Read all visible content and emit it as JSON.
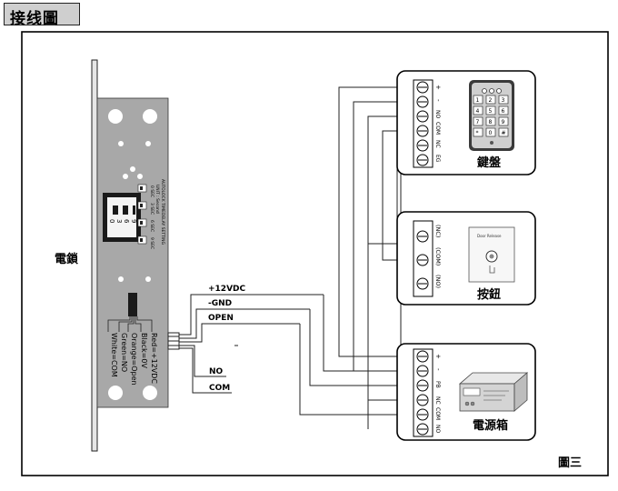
{
  "title": "接线圖",
  "lock": {
    "label": "電鎖",
    "wire_labels": [
      "Red=+12VDC",
      "Black=0V",
      "Orange=Open",
      "Green=NO",
      "White=COM"
    ],
    "dip_numbers": [
      "0",
      "3",
      "6",
      "9"
    ],
    "dip_caption": "AUTOLOCK TIMEDELAY SETTING",
    "dip_subcaption": "UNIT : Second",
    "dip_row_labels": [
      "0  SEC",
      "3  SEC",
      "6  SEC",
      "9  SEC"
    ]
  },
  "cable_labels": {
    "v12": "+12VDC",
    "gnd": "-GND",
    "open": "OPEN",
    "no": "NO",
    "com": "COM"
  },
  "keypad": {
    "label": "鍵盤",
    "terminals": [
      "+",
      "-",
      "NO",
      "COM",
      "NC",
      "EG"
    ],
    "keys": [
      "1",
      "2",
      "3",
      "4",
      "5",
      "6",
      "7",
      "8",
      "9",
      "*",
      "0",
      "#"
    ]
  },
  "button": {
    "label": "按鈕",
    "terminals": [
      "(NC)",
      "(COM)",
      "(NO)"
    ],
    "face_text": "Door Release"
  },
  "power_supply": {
    "label": "電源箱",
    "terminals": [
      "+",
      "-",
      "PB",
      "NC",
      "COM",
      "NO"
    ]
  },
  "figure_number": "圖三",
  "colors": {
    "line": "#222222",
    "lock_plate": "#a8a8a8",
    "frame": "#000000"
  }
}
